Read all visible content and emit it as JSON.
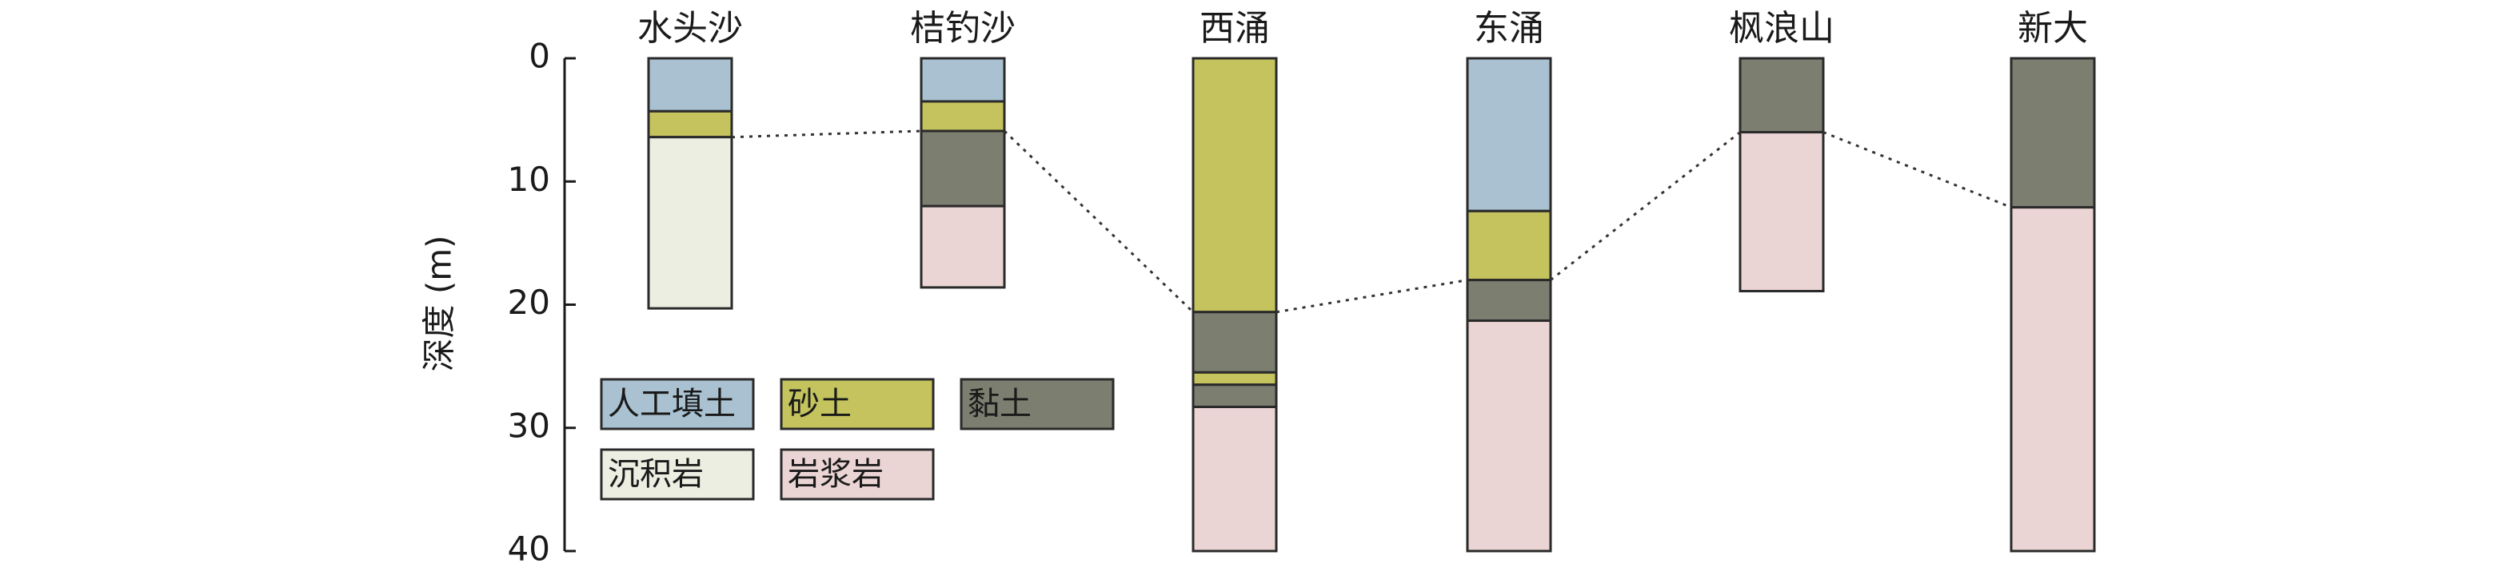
{
  "chart_data": {
    "type": "stacked-column",
    "title": "",
    "xlabel": "",
    "ylabel": "深度 (m)",
    "ylim": [
      0,
      40
    ],
    "y_inverted": true,
    "yticks": [
      0,
      10,
      20,
      30,
      40
    ],
    "categories": [
      "水头沙",
      "桔钓沙",
      "西涌",
      "东涌",
      "枫浪山",
      "新大"
    ],
    "colors": {
      "人工填土": "#a9c1d0",
      "砂土": "#c4c35e",
      "黏土": "#7c7f70",
      "沉积岩": "#eceee2",
      "岩浆岩": "#ebd5d4"
    },
    "columns": [
      {
        "name": "水头沙",
        "layers": [
          {
            "type": "人工填土",
            "top": 0,
            "bottom": 4.3
          },
          {
            "type": "砂土",
            "top": 4.3,
            "bottom": 6.4
          },
          {
            "type": "沉积岩",
            "top": 6.4,
            "bottom": 20.3
          }
        ]
      },
      {
        "name": "桔钓沙",
        "layers": [
          {
            "type": "人工填土",
            "top": 0,
            "bottom": 3.5
          },
          {
            "type": "砂土",
            "top": 3.5,
            "bottom": 5.9
          },
          {
            "type": "黏土",
            "top": 5.9,
            "bottom": 12.0
          },
          {
            "type": "岩浆岩",
            "top": 12.0,
            "bottom": 18.6
          }
        ]
      },
      {
        "name": "西涌",
        "layers": [
          {
            "type": "砂土",
            "top": 0,
            "bottom": 20.6
          },
          {
            "type": "黏土",
            "top": 20.6,
            "bottom": 25.5
          },
          {
            "type": "砂土",
            "top": 25.5,
            "bottom": 26.5
          },
          {
            "type": "黏土",
            "top": 26.5,
            "bottom": 28.3
          },
          {
            "type": "岩浆岩",
            "top": 28.3,
            "bottom": 40
          }
        ]
      },
      {
        "name": "东涌",
        "layers": [
          {
            "type": "人工填土",
            "top": 0,
            "bottom": 12.4
          },
          {
            "type": "砂土",
            "top": 12.4,
            "bottom": 18.0
          },
          {
            "type": "黏土",
            "top": 18.0,
            "bottom": 21.3
          },
          {
            "type": "岩浆岩",
            "top": 21.3,
            "bottom": 40
          }
        ]
      },
      {
        "name": "枫浪山",
        "layers": [
          {
            "type": "黏土",
            "top": 0,
            "bottom": 6.0
          },
          {
            "type": "岩浆岩",
            "top": 6.0,
            "bottom": 18.9
          }
        ]
      },
      {
        "name": "新大",
        "layers": [
          {
            "type": "黏土",
            "top": 0,
            "bottom": 12.1
          },
          {
            "type": "岩浆岩",
            "top": 12.1,
            "bottom": 40
          }
        ]
      }
    ],
    "correlation_line": [
      {
        "column": "水头沙",
        "depth": 6.4
      },
      {
        "column": "桔钓沙",
        "depth": 5.9
      },
      {
        "column": "西涌",
        "depth": 20.6
      },
      {
        "column": "东涌",
        "depth": 18.0
      },
      {
        "column": "枫浪山",
        "depth": 6.0
      },
      {
        "column": "新大",
        "depth": 12.1
      }
    ],
    "legend": {
      "placement": "lower-left",
      "entries": [
        "人工填土",
        "砂土",
        "黏土",
        "沉积岩",
        "岩浆岩"
      ]
    }
  }
}
